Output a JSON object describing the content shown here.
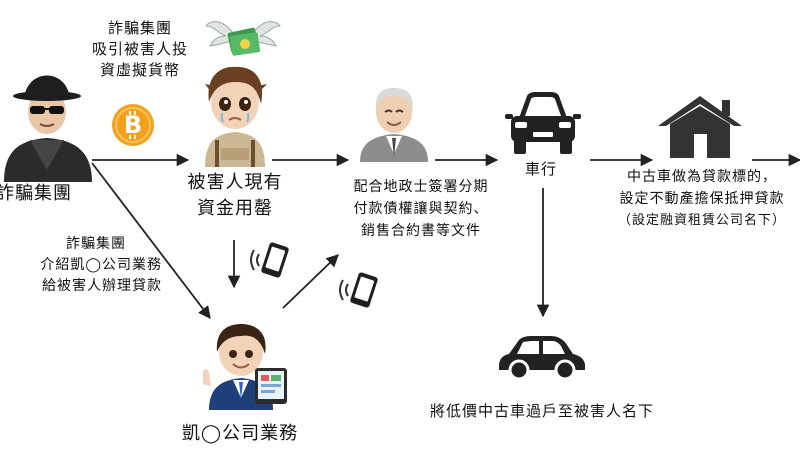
{
  "scam_group": {
    "label": "詐騙集團",
    "tag_lines": [
      "詐騙集團",
      "吸引被害人投",
      "資虛擬貨幣"
    ],
    "intro_lines": [
      "詐騙集團",
      "介紹凱◯公司業務",
      "給被害人辦理貸款"
    ]
  },
  "victim": {
    "lines": [
      "被害人現有",
      "資金用罄"
    ]
  },
  "company": {
    "label": "凱◯公司業務"
  },
  "notary": {
    "lines": [
      "配合地政士簽署分期",
      "付款債權讓與契約、",
      "銷售合約書等文件"
    ]
  },
  "dealer": {
    "label": "車行"
  },
  "property": {
    "lines": [
      "中古車做為貸款標的，",
      "設定不動產擔保抵押貸款",
      "（設定融資租賃公司名下）"
    ]
  },
  "transfer": {
    "label": "將低價中古車過戶至被害人名下"
  },
  "icons": {
    "scammer": "hooded-scammer-icon",
    "bitcoin": "bitcoin-icon",
    "money": "flying-money-icon",
    "victim": "crying-victim-icon",
    "notary": "elderly-notary-icon",
    "car_front": "car-front-icon",
    "house": "house-icon",
    "agent": "business-agent-icon",
    "phone": "phone-call-icon",
    "car_side": "car-side-icon"
  },
  "colors": {
    "arrow": "#222222",
    "bitcoin": "#f2a11f",
    "house": "#333333",
    "car": "#222222"
  }
}
